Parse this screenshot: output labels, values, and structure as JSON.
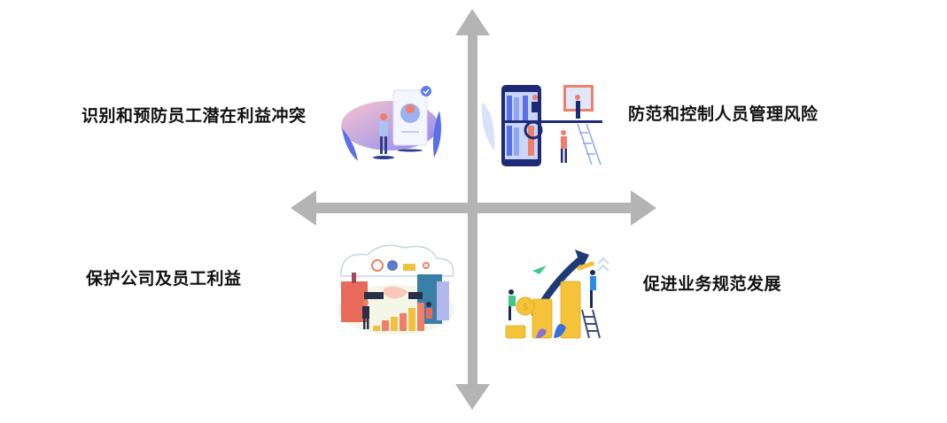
{
  "diagram": {
    "type": "quadrant",
    "axis_color": "#b4b4b4",
    "quadrants": [
      {
        "position": "top-left",
        "label": "识别和预防员工潜在利益冲突",
        "illustration": "identity-card-icon"
      },
      {
        "position": "top-right",
        "label": "防范和控制人员管理风险",
        "illustration": "bookshelf-magnifier-icon"
      },
      {
        "position": "bottom-left",
        "label": "保护公司及员工利益",
        "illustration": "handshake-city-icon"
      },
      {
        "position": "bottom-right",
        "label": "促进业务规范发展",
        "illustration": "coins-growth-icon"
      }
    ]
  }
}
